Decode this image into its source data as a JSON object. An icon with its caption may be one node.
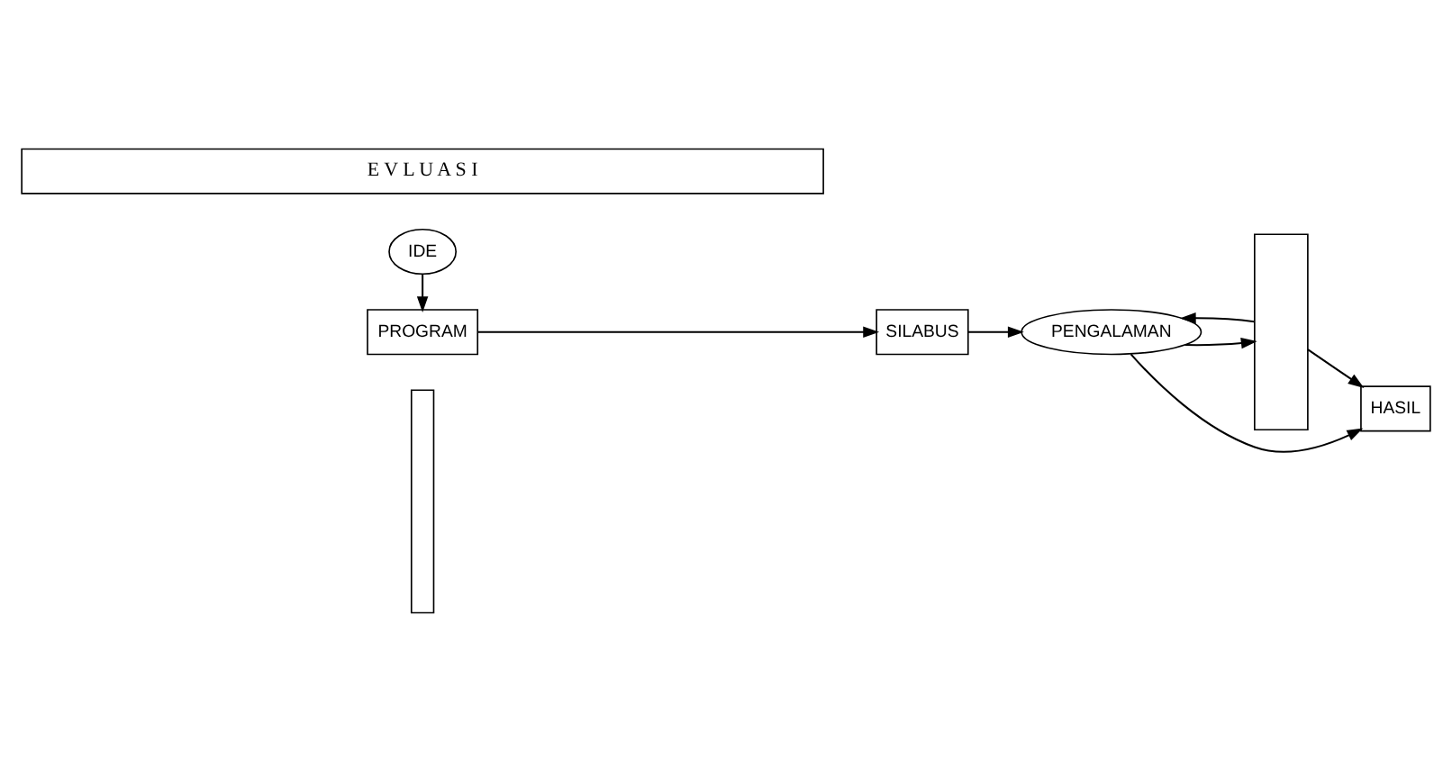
{
  "diagram": {
    "nodes": [
      {
        "text": [],
        "shape": "bar"
      },
      {
        "text": [
          "IDE"
        ]
      },
      {
        "text": [
          "HASIL"
        ]
      },
      {
        "text": [],
        "shape": "box"
      },
      {
        "text": [
          "PENGALAMAN"
        ]
      },
      {
        "text": [
          "PROGRAM"
        ]
      },
      {
        "text": [
          "SILABUS"
        ]
      },
      {
        "text": [
          "E V L U A S I"
        ]
      }
    ],
    "edges": [
      {
        "from": 1,
        "to": 5,
        "arrow": "to"
      },
      {
        "from": 5,
        "to": 6,
        "arrow": "to"
      },
      {
        "from": 6,
        "to": 4,
        "arrow": "to"
      },
      {
        "from": 4,
        "to": 2,
        "arrow": "to"
      },
      {
        "from": 4,
        "to": 3,
        "arrow": "to"
      },
      {
        "from": 3,
        "to": 4,
        "arrow": "to"
      },
      {
        "from": 3,
        "to": 2,
        "arrow": "to"
      }
    ]
  }
}
